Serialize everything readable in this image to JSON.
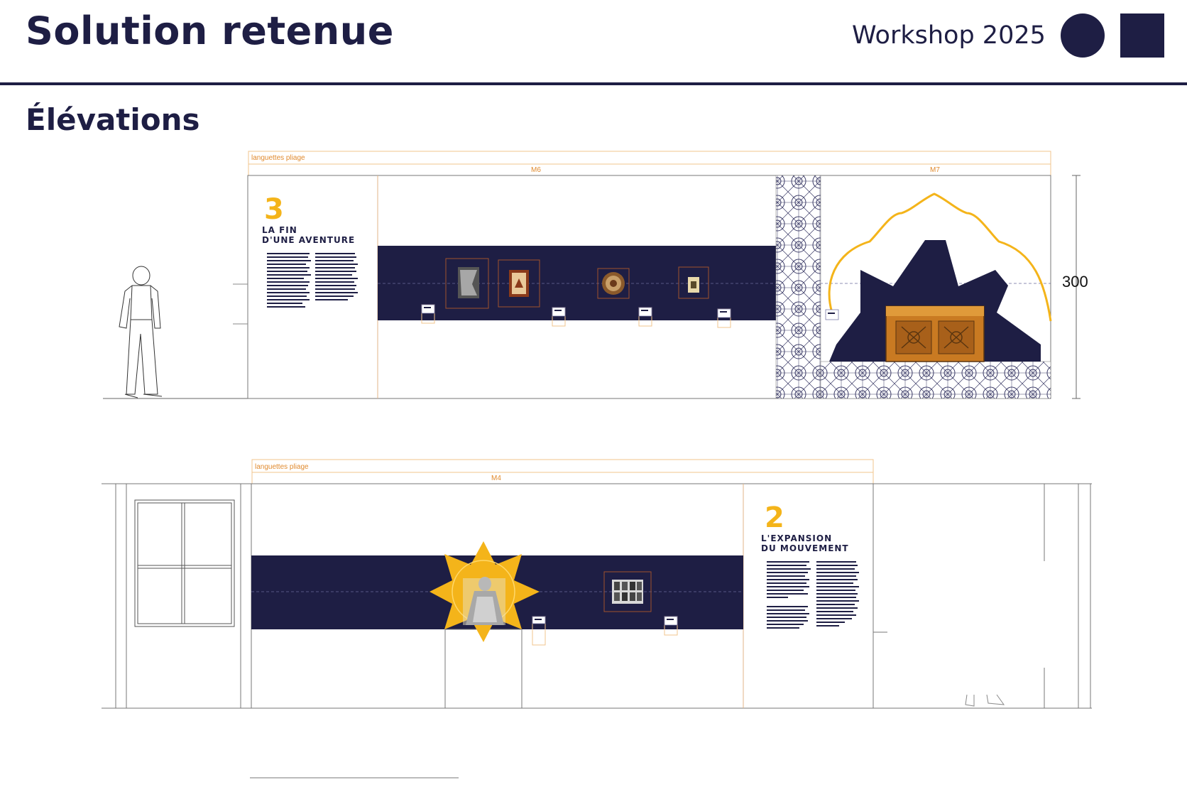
{
  "header": {
    "title": "Solution retenue",
    "workshop": "Workshop 2025"
  },
  "section": {
    "subtitle": "Élévations"
  },
  "elevation_top": {
    "tab_label": "languettes pliage",
    "module_left": "M6",
    "module_right": "M7",
    "height_dimension": "300",
    "panel": {
      "number": "3",
      "heading_line1": "LA FIN",
      "heading_line2": "D'UNE AVENTURE"
    }
  },
  "elevation_bottom": {
    "tab_label": "languettes pliage",
    "module": "M4",
    "panel": {
      "number": "2",
      "heading_line1": "L'EXPANSION",
      "heading_line2": "DU MOUVEMENT"
    }
  },
  "colors": {
    "navy": "#1e1e44",
    "yellow": "#f4b41a",
    "orange_guide": "#e8a25a",
    "line": "#555555"
  }
}
